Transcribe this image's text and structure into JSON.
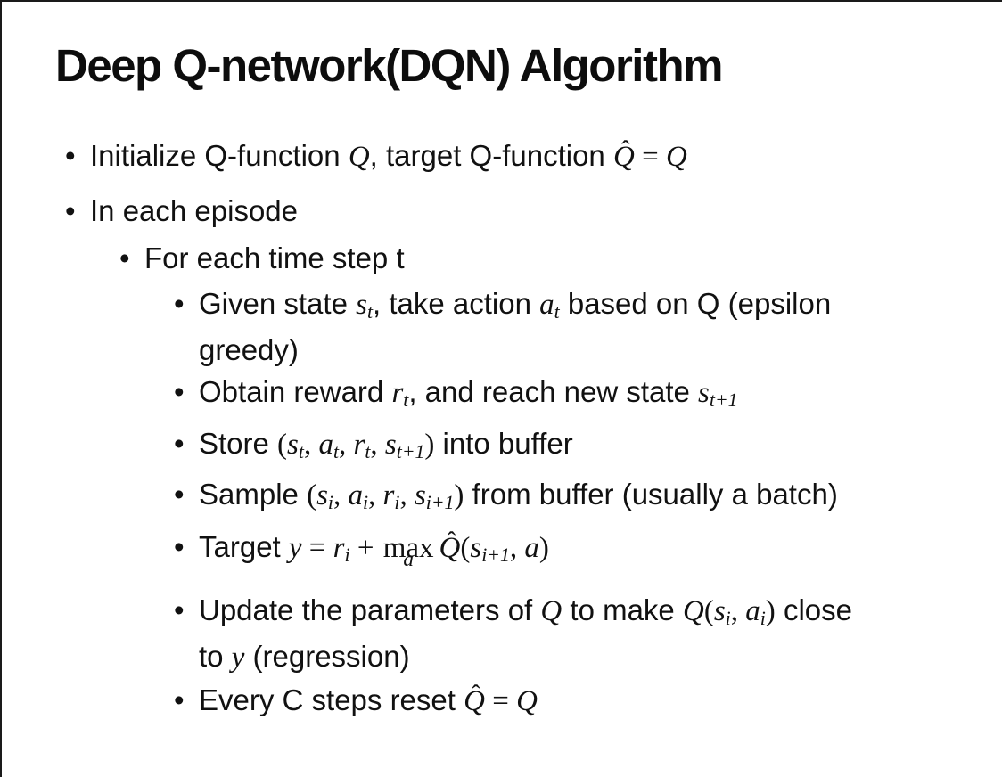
{
  "slide": {
    "title": "Deep Q-network(DQN) Algorithm",
    "glyphs": {
      "bullet": "•",
      "hat": "ˆ"
    },
    "colors": {
      "text": "#111111",
      "background": "#ffffff",
      "border": "#1a1a1a"
    },
    "bullets": [
      {
        "level": 1,
        "tokens": [
          {
            "t": "Initialize Q-function "
          },
          {
            "m": "Q"
          },
          {
            "t": ", target Q-function "
          },
          {
            "qhat": "Q"
          },
          {
            "p": " = "
          },
          {
            "m": "Q"
          }
        ]
      },
      {
        "level": 1,
        "tokens": [
          {
            "t": "In each episode"
          }
        ]
      },
      {
        "level": 2,
        "tokens": [
          {
            "t": "For each time step t"
          }
        ]
      },
      {
        "level": 3,
        "tokens": [
          {
            "t": "Given state "
          },
          {
            "m": "s"
          },
          {
            "sub": "t"
          },
          {
            "t": ", take action "
          },
          {
            "m": "a"
          },
          {
            "sub": "t"
          },
          {
            "t": " based on Q (epsilon"
          },
          {
            "br": true
          },
          {
            "t": "greedy)"
          }
        ]
      },
      {
        "level": 3,
        "tokens": [
          {
            "t": "Obtain reward "
          },
          {
            "m": "r"
          },
          {
            "sub": "t"
          },
          {
            "t": ", and reach new state "
          },
          {
            "m": "s"
          },
          {
            "sub": "t+1"
          }
        ]
      },
      {
        "level": 3,
        "tokens": [
          {
            "t": "Store "
          },
          {
            "p": "("
          },
          {
            "m": "s"
          },
          {
            "sub": "t"
          },
          {
            "p": ", "
          },
          {
            "m": "a"
          },
          {
            "sub": "t"
          },
          {
            "p": ", "
          },
          {
            "m": "r"
          },
          {
            "sub": "t"
          },
          {
            "p": ", "
          },
          {
            "m": "s"
          },
          {
            "sub": "t+1"
          },
          {
            "p": ")"
          },
          {
            "t": " into buffer"
          }
        ]
      },
      {
        "level": 3,
        "tokens": [
          {
            "t": "Sample "
          },
          {
            "p": "("
          },
          {
            "m": "s"
          },
          {
            "sub": "i"
          },
          {
            "p": ", "
          },
          {
            "m": "a"
          },
          {
            "sub": "i"
          },
          {
            "p": ", "
          },
          {
            "m": "r"
          },
          {
            "sub": "i"
          },
          {
            "p": ", "
          },
          {
            "m": "s"
          },
          {
            "sub": "i+1"
          },
          {
            "p": ")"
          },
          {
            "t": " from buffer (usually a batch)"
          }
        ]
      },
      {
        "level": 3,
        "tokens": [
          {
            "t": "Target "
          },
          {
            "m": "y"
          },
          {
            "p": " = "
          },
          {
            "m": "r"
          },
          {
            "sub": "i"
          },
          {
            "p": " + "
          },
          {
            "max": {
              "top": "max",
              "under": "a"
            }
          },
          {
            "qhat": "Q"
          },
          {
            "p": "("
          },
          {
            "m": "s"
          },
          {
            "sub": "i+1"
          },
          {
            "p": ", "
          },
          {
            "m": "a"
          },
          {
            "p": ")"
          }
        ]
      },
      {
        "level": 3,
        "tokens": [
          {
            "t": "Update the parameters of "
          },
          {
            "m": "Q"
          },
          {
            "t": " to make "
          },
          {
            "m": "Q"
          },
          {
            "p": "("
          },
          {
            "m": "s"
          },
          {
            "sub": "i"
          },
          {
            "p": ", "
          },
          {
            "m": "a"
          },
          {
            "sub": "i"
          },
          {
            "p": ")"
          },
          {
            "t": " close"
          },
          {
            "br": true
          },
          {
            "t": "to "
          },
          {
            "m": "y"
          },
          {
            "t": " (regression)"
          }
        ]
      },
      {
        "level": 3,
        "tokens": [
          {
            "t": "Every C steps reset "
          },
          {
            "qhat": "Q"
          },
          {
            "p": " = "
          },
          {
            "m": "Q"
          }
        ]
      }
    ]
  }
}
